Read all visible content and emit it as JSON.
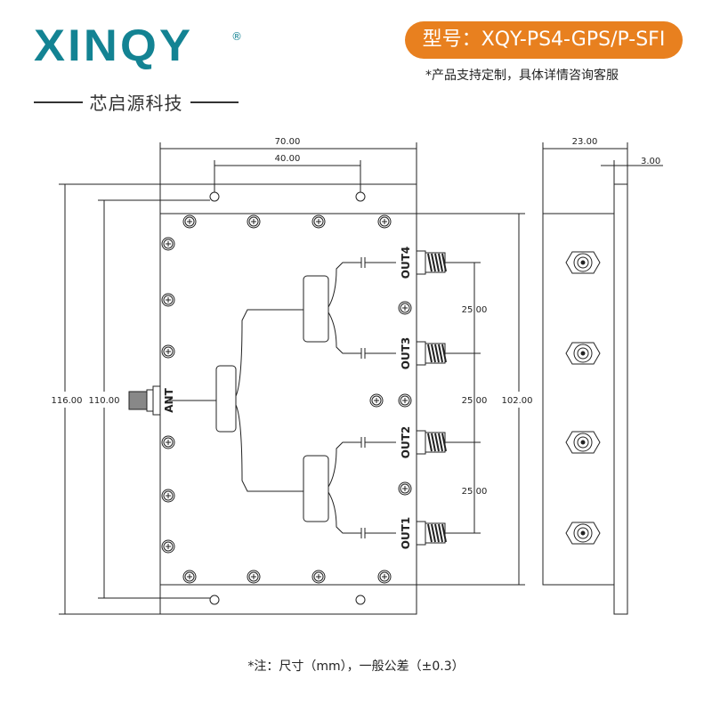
{
  "brand": {
    "logo_text": "XINQY",
    "registered": "®",
    "tagline": "芯启源科技",
    "color": "#138393",
    "accent": "#E8801F"
  },
  "header": {
    "model": "型号：XQY-PS4-GPS/P-SFI",
    "custom_note": "*产品支持定制，具体详情咨询客服"
  },
  "drawing": {
    "dims": {
      "width": "70.00",
      "hole_spacing": "40.00",
      "height": "116.00",
      "hole_height": "110.00",
      "inner_height": "102.00",
      "port_pitch": [
        "25.00",
        "25.00",
        "25.00"
      ],
      "depth": "23.00",
      "flange": "3.00"
    },
    "ports": {
      "input": "ANT",
      "outputs": [
        "OUT4",
        "OUT3",
        "OUT2",
        "OUT1"
      ]
    }
  },
  "footer": {
    "note": "*注：尺寸（mm），一般公差（±0.3）"
  }
}
